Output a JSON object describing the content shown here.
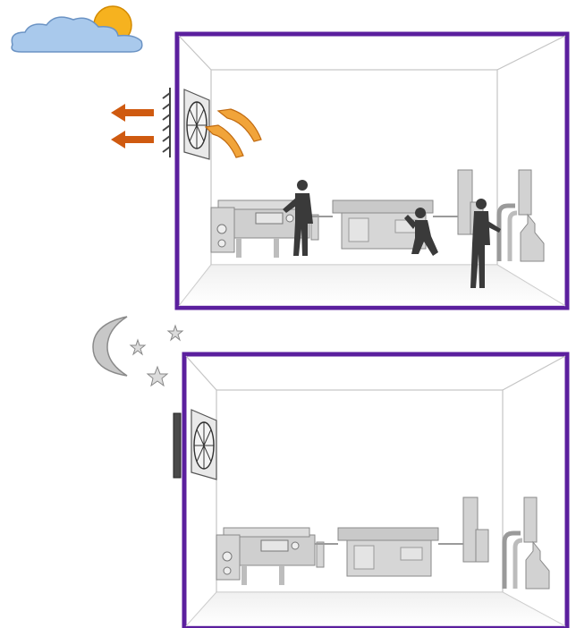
{
  "scenes": [
    {
      "id": "day",
      "time_icon": "sun-behind-cloud-icon",
      "fan_state": "running",
      "exhaust_arrows": 2,
      "people_count": 3
    },
    {
      "id": "night",
      "time_icon": "moon-and-stars-icon",
      "fan_state": "off",
      "exhaust_arrows": 0,
      "people_count": 0
    }
  ],
  "colors": {
    "room_border": "#5b1f9e",
    "room_lines": "#b8b8b8",
    "machine_fill": "#cfcfcf",
    "machine_stroke": "#8a8a8a",
    "person": "#3a3a3a",
    "exhaust_arrow": "#cf5a10",
    "airflow_arrow": "#d88418",
    "sun": "#f6b21f",
    "cloud": "#a9c9ec",
    "moon": "#c8c8c8"
  }
}
